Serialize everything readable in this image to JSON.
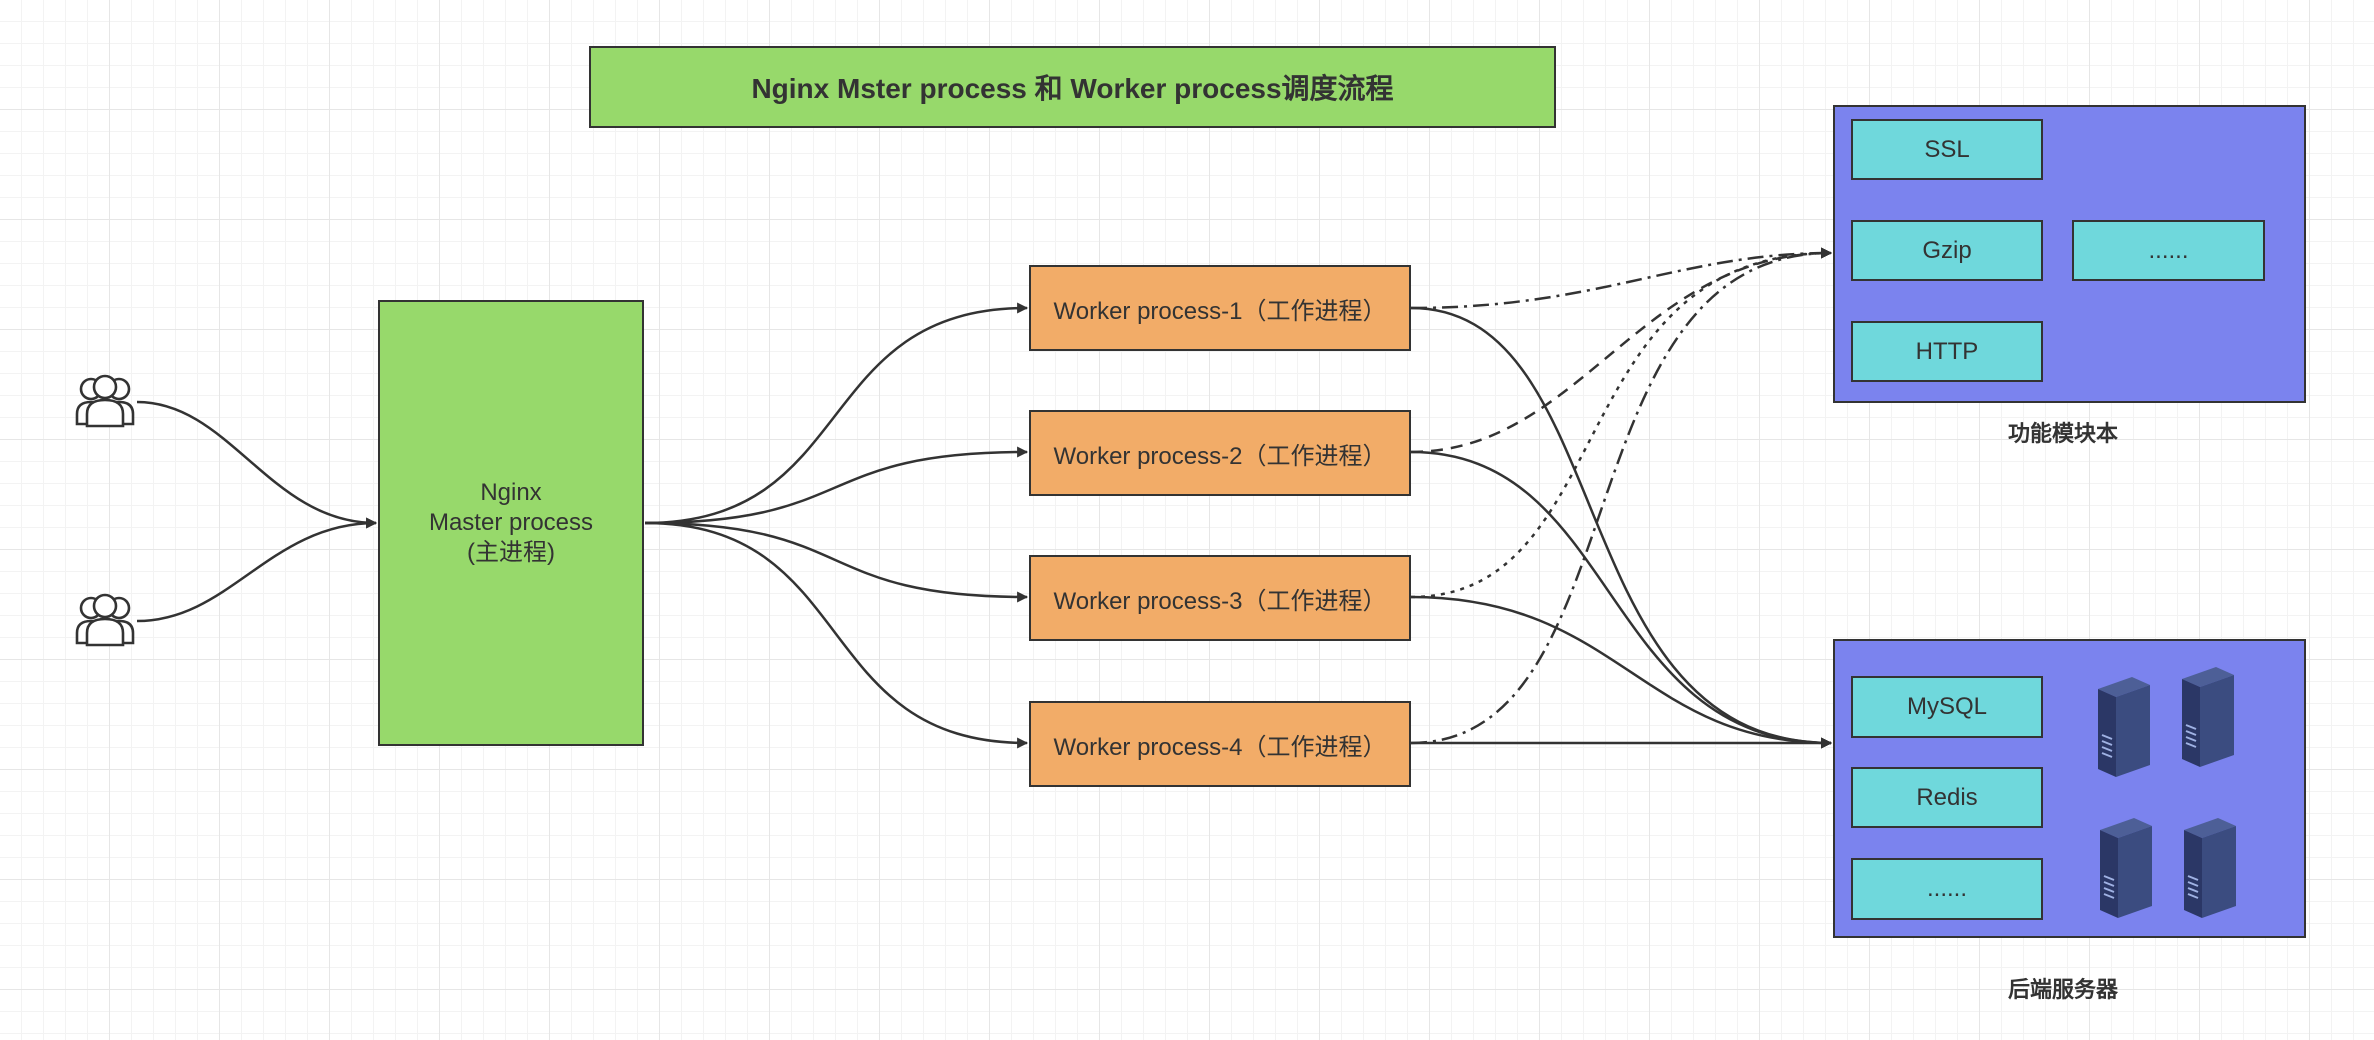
{
  "title": "Nginx Mster process 和 Worker process调度流程",
  "master": {
    "line1": "Nginx",
    "line2": "Master process",
    "line3": "(主进程)"
  },
  "workers": [
    {
      "label": "Worker process-1（工作进程）"
    },
    {
      "label": "Worker process-2（工作进程）"
    },
    {
      "label": "Worker process-3（工作进程）"
    },
    {
      "label": "Worker process-4（工作进程）"
    }
  ],
  "modules": {
    "caption": "功能模块本",
    "items": {
      "ssl": "SSL",
      "gzip": "Gzip",
      "http": "HTTP",
      "more": "......"
    }
  },
  "backend": {
    "caption": "后端服务器",
    "items": {
      "mysql": "MySQL",
      "redis": "Redis",
      "more": "......"
    }
  },
  "colors": {
    "green": "#97d96b",
    "orange": "#f2ac68",
    "blue_panel": "#7b83ee",
    "cyan": "#6fd8dc",
    "server": "#2f3f6e"
  },
  "icons": {
    "users": "users-icon",
    "servers": "server-rack-icon"
  }
}
